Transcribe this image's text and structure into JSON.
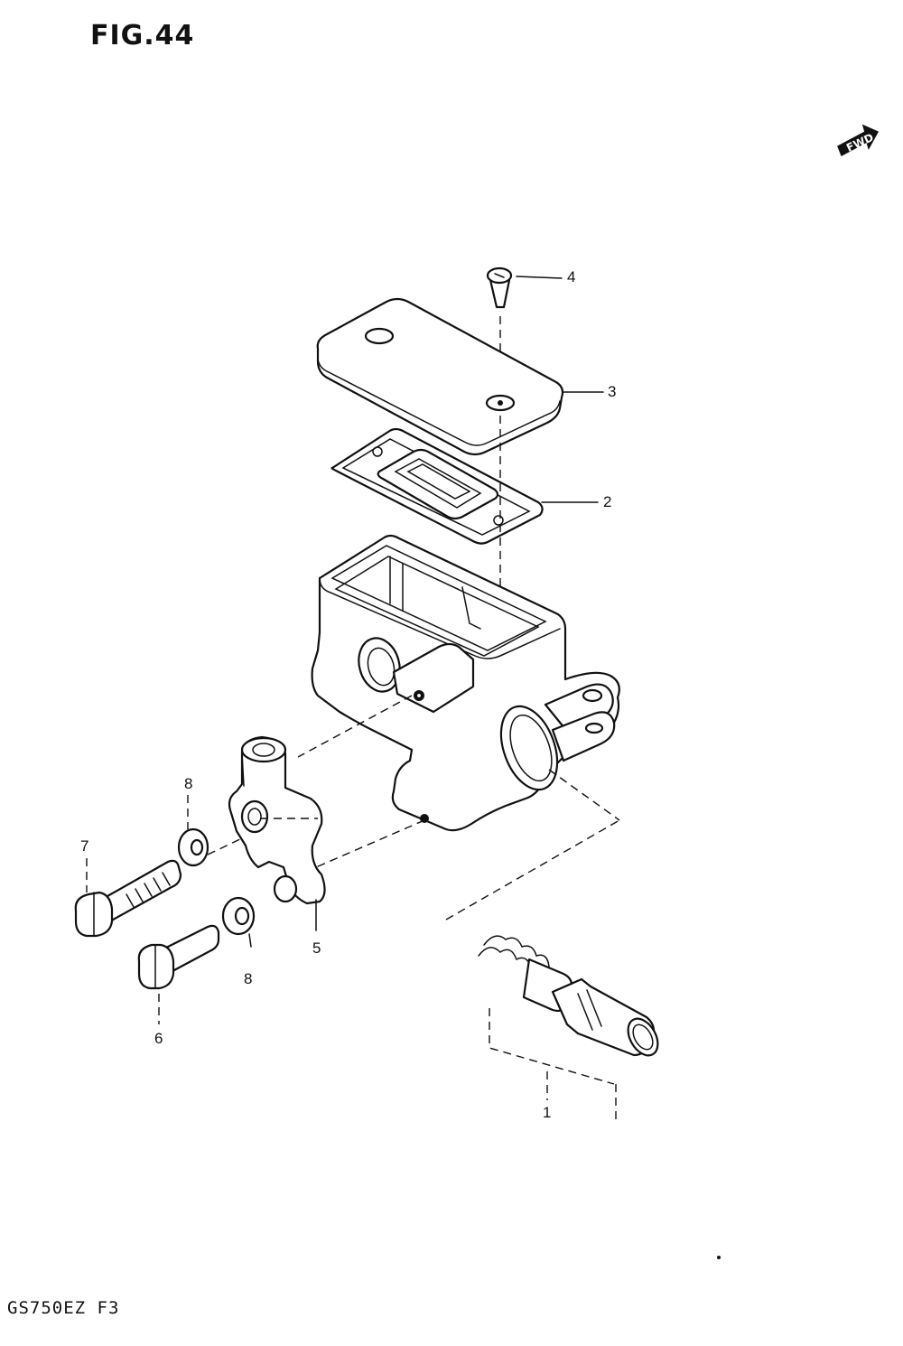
{
  "figure": {
    "title": "FIG.44",
    "model_code": "GS750EZ  F3",
    "direction_badge": "FWD"
  },
  "callouts": [
    {
      "id": "part-1",
      "label": "1"
    },
    {
      "id": "part-2",
      "label": "2"
    },
    {
      "id": "part-3",
      "label": "3"
    },
    {
      "id": "part-4",
      "label": "4"
    },
    {
      "id": "part-5",
      "label": "5"
    },
    {
      "id": "part-6",
      "label": "6"
    },
    {
      "id": "part-7",
      "label": "7"
    },
    {
      "id": "part-8a",
      "label": "8"
    },
    {
      "id": "part-8b",
      "label": "8"
    }
  ],
  "parts": [
    "piston-set",
    "diaphragm",
    "reservoir-cap",
    "cap-screw",
    "lever-holder",
    "short-bolt",
    "long-bolt",
    "washer",
    "master-cylinder-body"
  ]
}
